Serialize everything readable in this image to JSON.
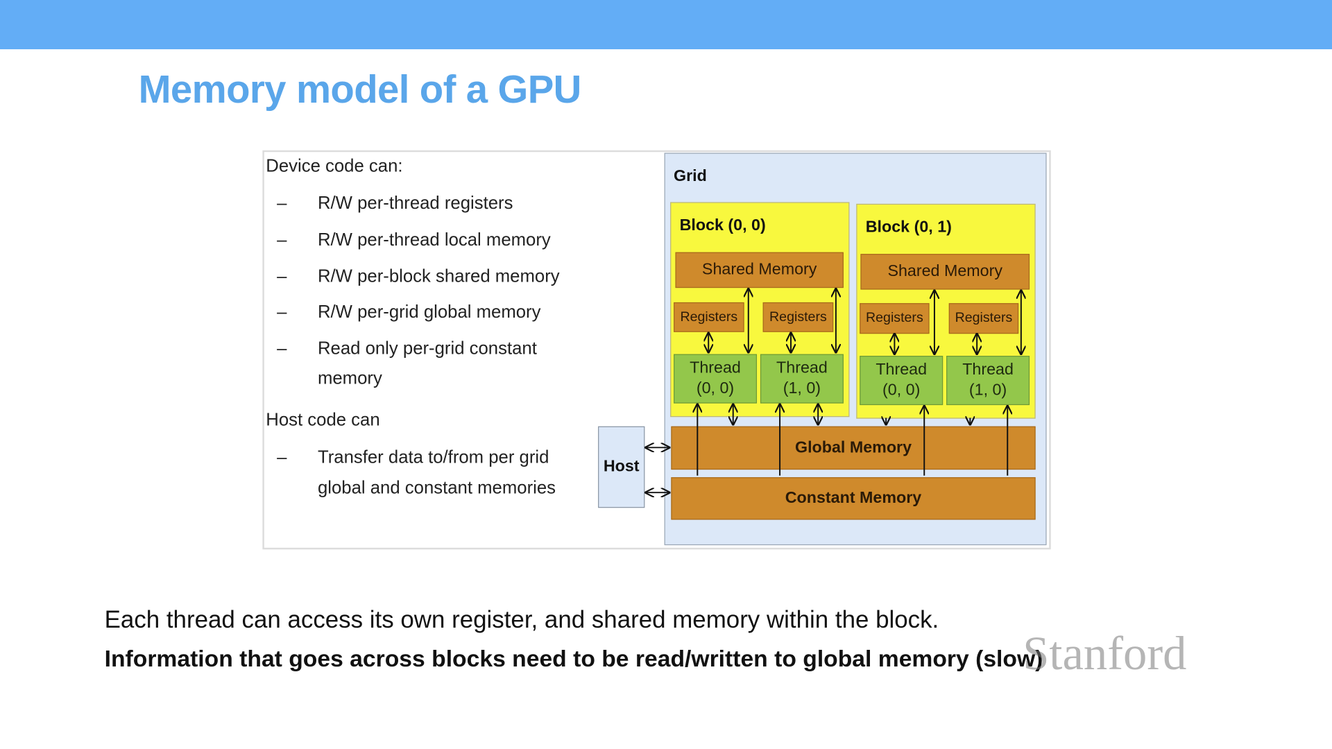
{
  "slide": {
    "title": "Memory model of a GPU",
    "colors": {
      "top_bar": "#63adf6",
      "title": "#5aa6ea",
      "grid_bg": "#dce8f8",
      "block": "#f8f83e",
      "memory": "#cf8a2c",
      "thread": "#93c74b"
    }
  },
  "diagram": {
    "device_heading": "Device code can:",
    "device_items": [
      "R/W per-thread registers",
      "R/W per-thread local memory",
      "R/W per-block shared memory",
      "R/W per-grid global memory",
      "Read only per-grid constant",
      "memory"
    ],
    "host_heading": "Host code can",
    "host_items": [
      "Transfer data to/from per grid",
      "global and constant memories"
    ],
    "dash": "–",
    "host_label": "Host",
    "grid_label": "Grid",
    "blocks": [
      {
        "label": "Block (0, 0)",
        "shared": "Shared Memory",
        "registers": [
          "Registers",
          "Registers"
        ],
        "threads": [
          {
            "name": "Thread",
            "id": "(0, 0)"
          },
          {
            "name": "Thread",
            "id": "(1, 0)"
          }
        ]
      },
      {
        "label": "Block (0, 1)",
        "shared": "Shared Memory",
        "registers": [
          "Registers",
          "Registers"
        ],
        "threads": [
          {
            "name": "Thread",
            "id": "(0, 0)"
          },
          {
            "name": "Thread",
            "id": "(1, 0)"
          }
        ]
      }
    ],
    "global_memory": "Global Memory",
    "constant_memory": "Constant Memory"
  },
  "body": {
    "line1": "Each thread can access its own register, and shared memory within the block.",
    "line2": "Information that goes across blocks need to be read/written to global memory (slow)"
  },
  "watermark": "Stanford"
}
